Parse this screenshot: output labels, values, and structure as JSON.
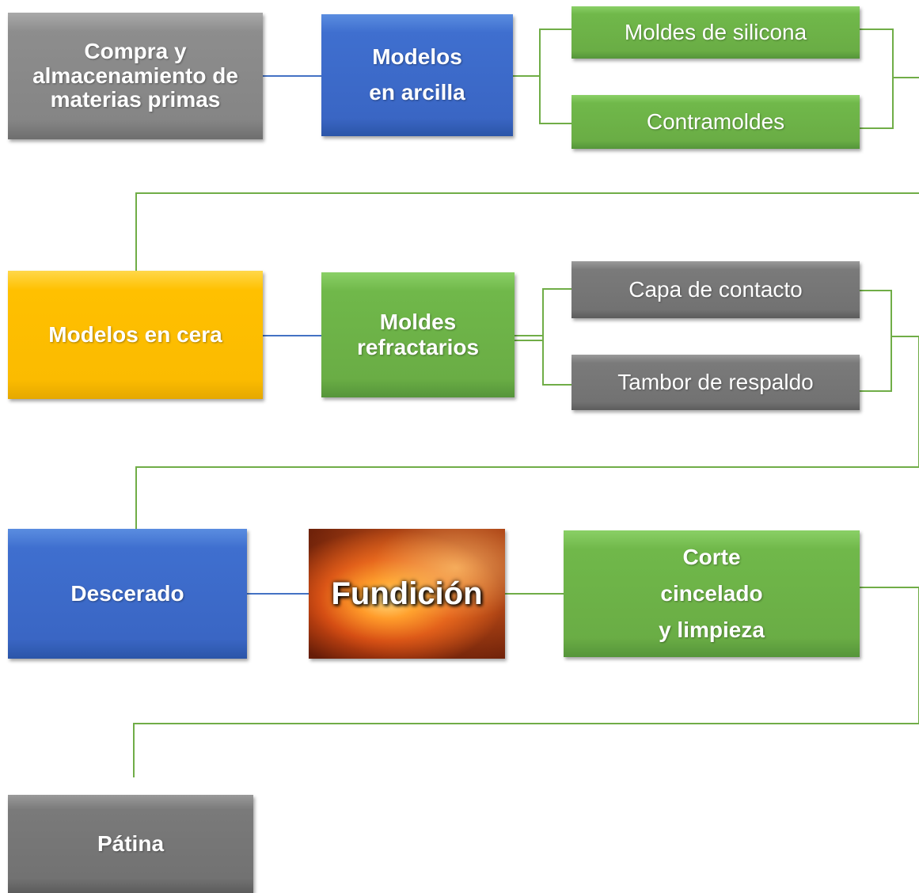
{
  "nodes": {
    "compra": "Compra y\nalmacenamiento de\nmaterias primas",
    "modelos_arcilla": "Modelos\nen arcilla",
    "moldes_silicona": "Moldes de silicona",
    "contramoldes": "Contramoldes",
    "modelos_cera": "Modelos en cera",
    "moldes_refractarios": "Moldes\nrefractarios",
    "capa_contacto": "Capa de contacto",
    "tambor_respaldo": "Tambor de respaldo",
    "descerado": "Descerado",
    "fundicion": "Fundición",
    "corte": "Corte\ncincelado\ny limpieza",
    "patina": "Pátina"
  },
  "colors": {
    "gray": "#8a8a8a",
    "dark_gray": "#737373",
    "blue": "#3f6fcf",
    "green": "#70b84a",
    "yellow": "#ffc000",
    "connector_blue": "#4472c4",
    "connector_green": "#70ad47"
  }
}
